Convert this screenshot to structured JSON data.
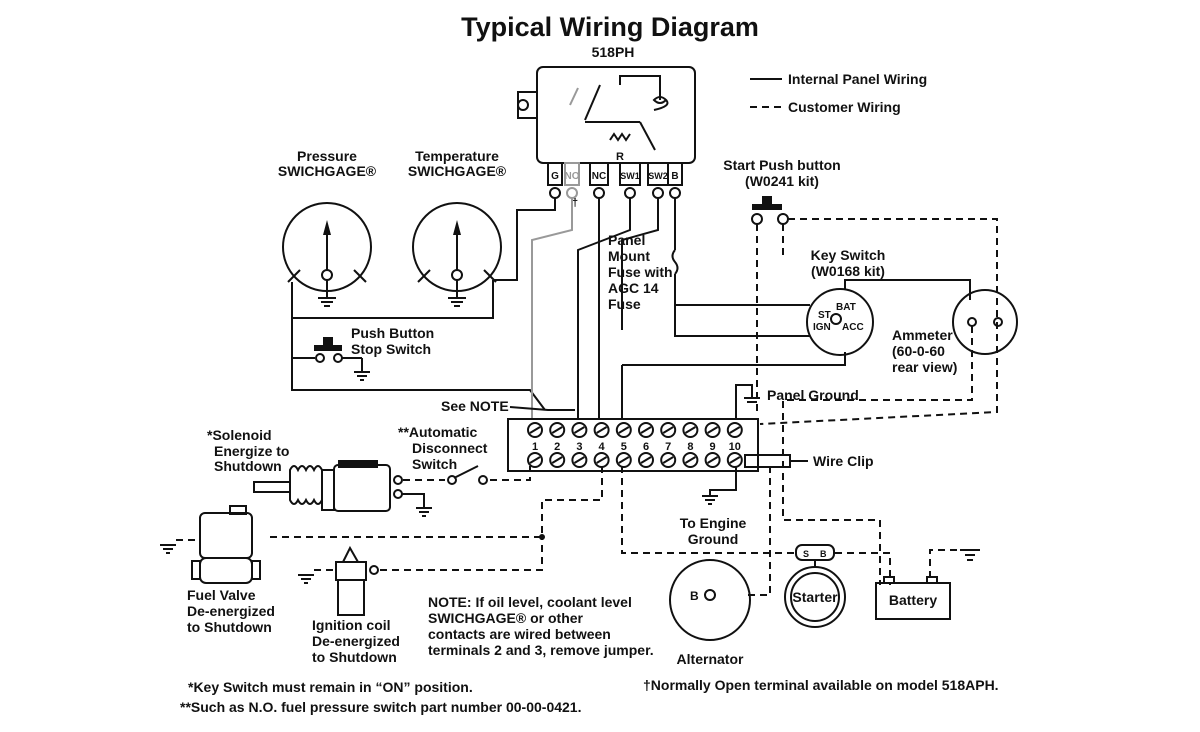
{
  "title": "Typical Wiring Diagram",
  "model": "518PH",
  "legend": {
    "internal": "Internal Panel Wiring",
    "customer": "Customer Wiring"
  },
  "panel_terminals": [
    "G",
    "NO",
    "NC",
    "SW1",
    "SW2",
    "B"
  ],
  "dagger": "†",
  "resistor_label": "R",
  "pressure_gauge": {
    "line1": "Pressure",
    "line2": "SWICHGAGE®"
  },
  "temperature_gauge": {
    "line1": "Temperature",
    "line2": "SWICHGAGE®"
  },
  "start_button": {
    "line1": "Start Push button",
    "line2": "(W0241 kit)"
  },
  "key_switch": {
    "line1": "Key Switch",
    "line2": "(W0168 kit)",
    "bat": "BAT",
    "st": "ST",
    "ign": "IGN",
    "acc": "ACC"
  },
  "fuse": {
    "lines": [
      "Panel",
      "Mount",
      "Fuse with",
      "AGC 14",
      "Fuse"
    ]
  },
  "push_button_stop": {
    "line1": "Push Button",
    "line2": "Stop Switch"
  },
  "ammeter": {
    "line1": "Ammeter",
    "line2": "(60-0-60",
    "line3": "rear view)"
  },
  "panel_ground": "Panel Ground",
  "see_note": "See NOTE",
  "terminal_numbers": [
    "1",
    "2",
    "3",
    "4",
    "5",
    "6",
    "7",
    "8",
    "9",
    "10"
  ],
  "wire_clip": "Wire Clip",
  "solenoid": {
    "line1": "*Solenoid",
    "line2": "Energize to",
    "line3": "Shutdown"
  },
  "auto_disconnect": {
    "line1": "**Automatic",
    "line2": "Disconnect",
    "line3": "Switch"
  },
  "engine_ground": {
    "line1": "To Engine",
    "line2": "Ground"
  },
  "starter": {
    "label": "Starter",
    "s": "S",
    "b": "B"
  },
  "battery": "Battery",
  "alternator": {
    "label": "Alternator",
    "terminal": "B"
  },
  "fuel_valve": {
    "line1": "Fuel Valve",
    "line2": "De-energized",
    "line3": "to Shutdown"
  },
  "ignition_coil": {
    "line1": "Ignition coil",
    "line2": "De-energized",
    "line3": "to Shutdown"
  },
  "note": {
    "heading": "NOTE:",
    "line1": " If oil level, coolant level",
    "line2": "SWICHGAGE®  or other",
    "line3": "contacts are wired between",
    "line4": "terminals 2 and 3, remove jumper."
  },
  "footnotes": {
    "key_switch": "*Key Switch must remain in “ON” position.",
    "fuel_pressure": "**Such as N.O. fuel pressure switch part number 00-00-0421.",
    "normally_open": "†Normally Open terminal available on model 518APH."
  }
}
